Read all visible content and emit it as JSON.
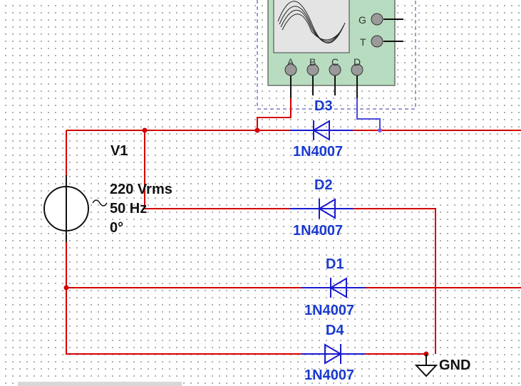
{
  "colors": {
    "wire": "#d40000",
    "probe_wire": "#4a4adf",
    "component": "#1a1ad0",
    "label": "#1a3ad0",
    "scope_fill": "#b8dcc0"
  },
  "source": {
    "name": "V1",
    "voltage": "220 Vrms",
    "frequency": "50 Hz",
    "phase": "0°"
  },
  "diodes": [
    {
      "ref": "D3",
      "model": "1N4007"
    },
    {
      "ref": "D2",
      "model": "1N4007"
    },
    {
      "ref": "D1",
      "model": "1N4007"
    },
    {
      "ref": "D4",
      "model": "1N4007"
    }
  ],
  "oscilloscope": {
    "channels": [
      "A",
      "B",
      "C",
      "D"
    ],
    "side_terminals": [
      "G",
      "T"
    ]
  },
  "ground": {
    "label": "GND"
  }
}
